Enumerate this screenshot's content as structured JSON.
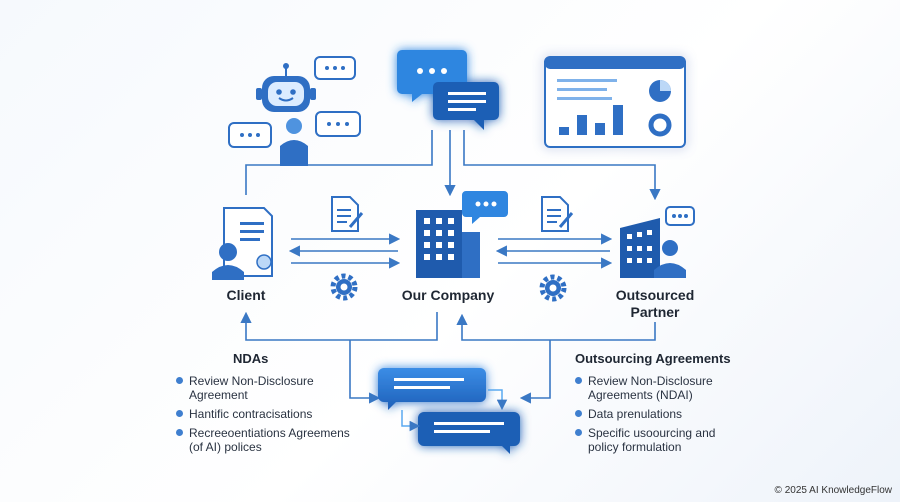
{
  "nodes": {
    "client": "Client",
    "company": "Our Company",
    "partner": "Outsourced Partner"
  },
  "ndas": {
    "title": "NDAs",
    "items": [
      "Review Non-Disclosure Agreement",
      "Hantific contracisations",
      "Recreeoentiations Agreemens (of AI) polices"
    ]
  },
  "outsourcing": {
    "title": "Outsourcing Agreements",
    "items": [
      "Review Non-Disclosure Agreements (NDAI)",
      "Data prenulations",
      "Specific usoourcing and policy formulation"
    ]
  },
  "footer": "© 2025 AI KnowledgeFlow",
  "colors": {
    "primary": "#2f6fc4",
    "light": "#5aa9f0",
    "line": "#3a78c4"
  },
  "icons": [
    "robot-icon",
    "chat-bubble-icon",
    "dashboard-icon",
    "document-icon",
    "gear-icon",
    "building-icon",
    "person-icon"
  ]
}
